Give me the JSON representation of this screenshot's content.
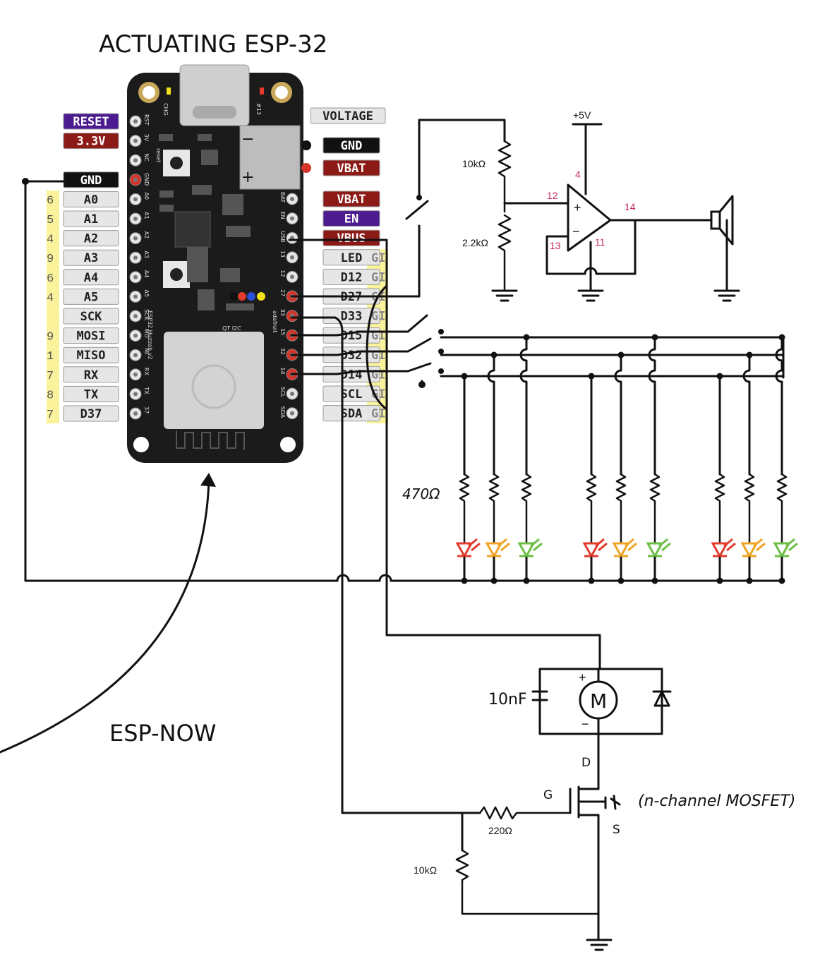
{
  "title": "ACTUATING ESP-32",
  "esp_now_label": "ESP-NOW",
  "board": {
    "silk_name": "ESP32 Huzzah v2",
    "silk_brand": "adafruit",
    "silk_qt": "QT I2C",
    "silk_reset": "reset",
    "silk_chg": "CHG",
    "silk_13": "#13",
    "left_pins": [
      {
        "label": "RESET",
        "style": "purple",
        "silk": "RST",
        "num": ""
      },
      {
        "label": "3.3V",
        "style": "red",
        "silk": "3V",
        "num": ""
      },
      {
        "label": "",
        "style": "none",
        "silk": "NC",
        "num": ""
      },
      {
        "label": "GND",
        "style": "black",
        "silk": "GND",
        "num": ""
      },
      {
        "label": "A0",
        "style": "gray",
        "silk": "A0",
        "num": "6"
      },
      {
        "label": "A1",
        "style": "gray",
        "silk": "A1",
        "num": "5"
      },
      {
        "label": "A2",
        "style": "gray",
        "silk": "A2",
        "num": "4"
      },
      {
        "label": "A3",
        "style": "gray",
        "silk": "A3",
        "num": "9"
      },
      {
        "label": "A4",
        "style": "gray",
        "silk": "A4",
        "num": "6"
      },
      {
        "label": "A5",
        "style": "gray",
        "silk": "A5",
        "num": "4"
      },
      {
        "label": "SCK",
        "style": "gray",
        "silk": "SCK",
        "num": ""
      },
      {
        "label": "MOSI",
        "style": "gray",
        "silk": "MO",
        "num": "9"
      },
      {
        "label": "MISO",
        "style": "gray",
        "silk": "MI",
        "num": "1"
      },
      {
        "label": "RX",
        "style": "gray",
        "silk": "RX",
        "num": "7"
      },
      {
        "label": "TX",
        "style": "gray",
        "silk": "TX",
        "num": "8"
      },
      {
        "label": "D37",
        "style": "gray",
        "silk": "37",
        "num": "7"
      }
    ],
    "right_pins": [
      {
        "label": "VOLTAGE",
        "style": "gray",
        "silk": ""
      },
      {
        "label": "GND",
        "style": "black",
        "silk": ""
      },
      {
        "label": "VBAT",
        "style": "red",
        "silk": ""
      },
      {
        "label": "VBAT",
        "style": "red",
        "silk": "BAT"
      },
      {
        "label": "EN",
        "style": "purple",
        "silk": "EN"
      },
      {
        "label": "VBUS",
        "style": "red",
        "silk": "USB"
      },
      {
        "label": "LED",
        "style": "gray",
        "silk": "13"
      },
      {
        "label": "D12",
        "style": "gray",
        "silk": "12"
      },
      {
        "label": "D27",
        "style": "gray",
        "silk": "27"
      },
      {
        "label": "D33",
        "style": "gray",
        "silk": "33"
      },
      {
        "label": "D15",
        "style": "gray",
        "silk": "15"
      },
      {
        "label": "D32",
        "style": "gray",
        "silk": "32"
      },
      {
        "label": "D14",
        "style": "gray",
        "silk": "14"
      },
      {
        "label": "SCL",
        "style": "gray",
        "silk": "SCL"
      },
      {
        "label": "SDA",
        "style": "gray",
        "silk": "SDA"
      }
    ],
    "gpio_stub": "GI"
  },
  "speaker_circuit": {
    "supply": "+5V",
    "r_top": "10kΩ",
    "r_bottom": "2.2kΩ",
    "pin_4": "4",
    "pin_12": "12",
    "pin_13": "13",
    "pin_11": "11",
    "pin_14": "14",
    "plus": "+",
    "minus": "−"
  },
  "led_array": {
    "resistor": "470Ω",
    "led_colors": [
      "#e23b2e",
      "#f0a324",
      "#6cbf45",
      "#e23b2e",
      "#f0a324",
      "#6cbf45",
      "#e23b2e",
      "#f0a324",
      "#6cbf45"
    ]
  },
  "motor_circuit": {
    "capacitor": "10nF",
    "motor": "M",
    "plus": "+",
    "minus": "−",
    "drain": "D",
    "gate": "G",
    "source": "S",
    "mosfet": "(n-channel MOSFET)",
    "r_gate": "220Ω",
    "r_pulldown": "10kΩ"
  },
  "colors": {
    "board": "#1b1b1b",
    "gold": "#c9a85a",
    "pin_red": "#d4342a",
    "label_purple": "#4b1b8f",
    "label_red": "#8c1a16",
    "label_gray": "#e6e6e6",
    "highlight_yellow": "#fbf39b",
    "pin_number": "#c8285a"
  }
}
